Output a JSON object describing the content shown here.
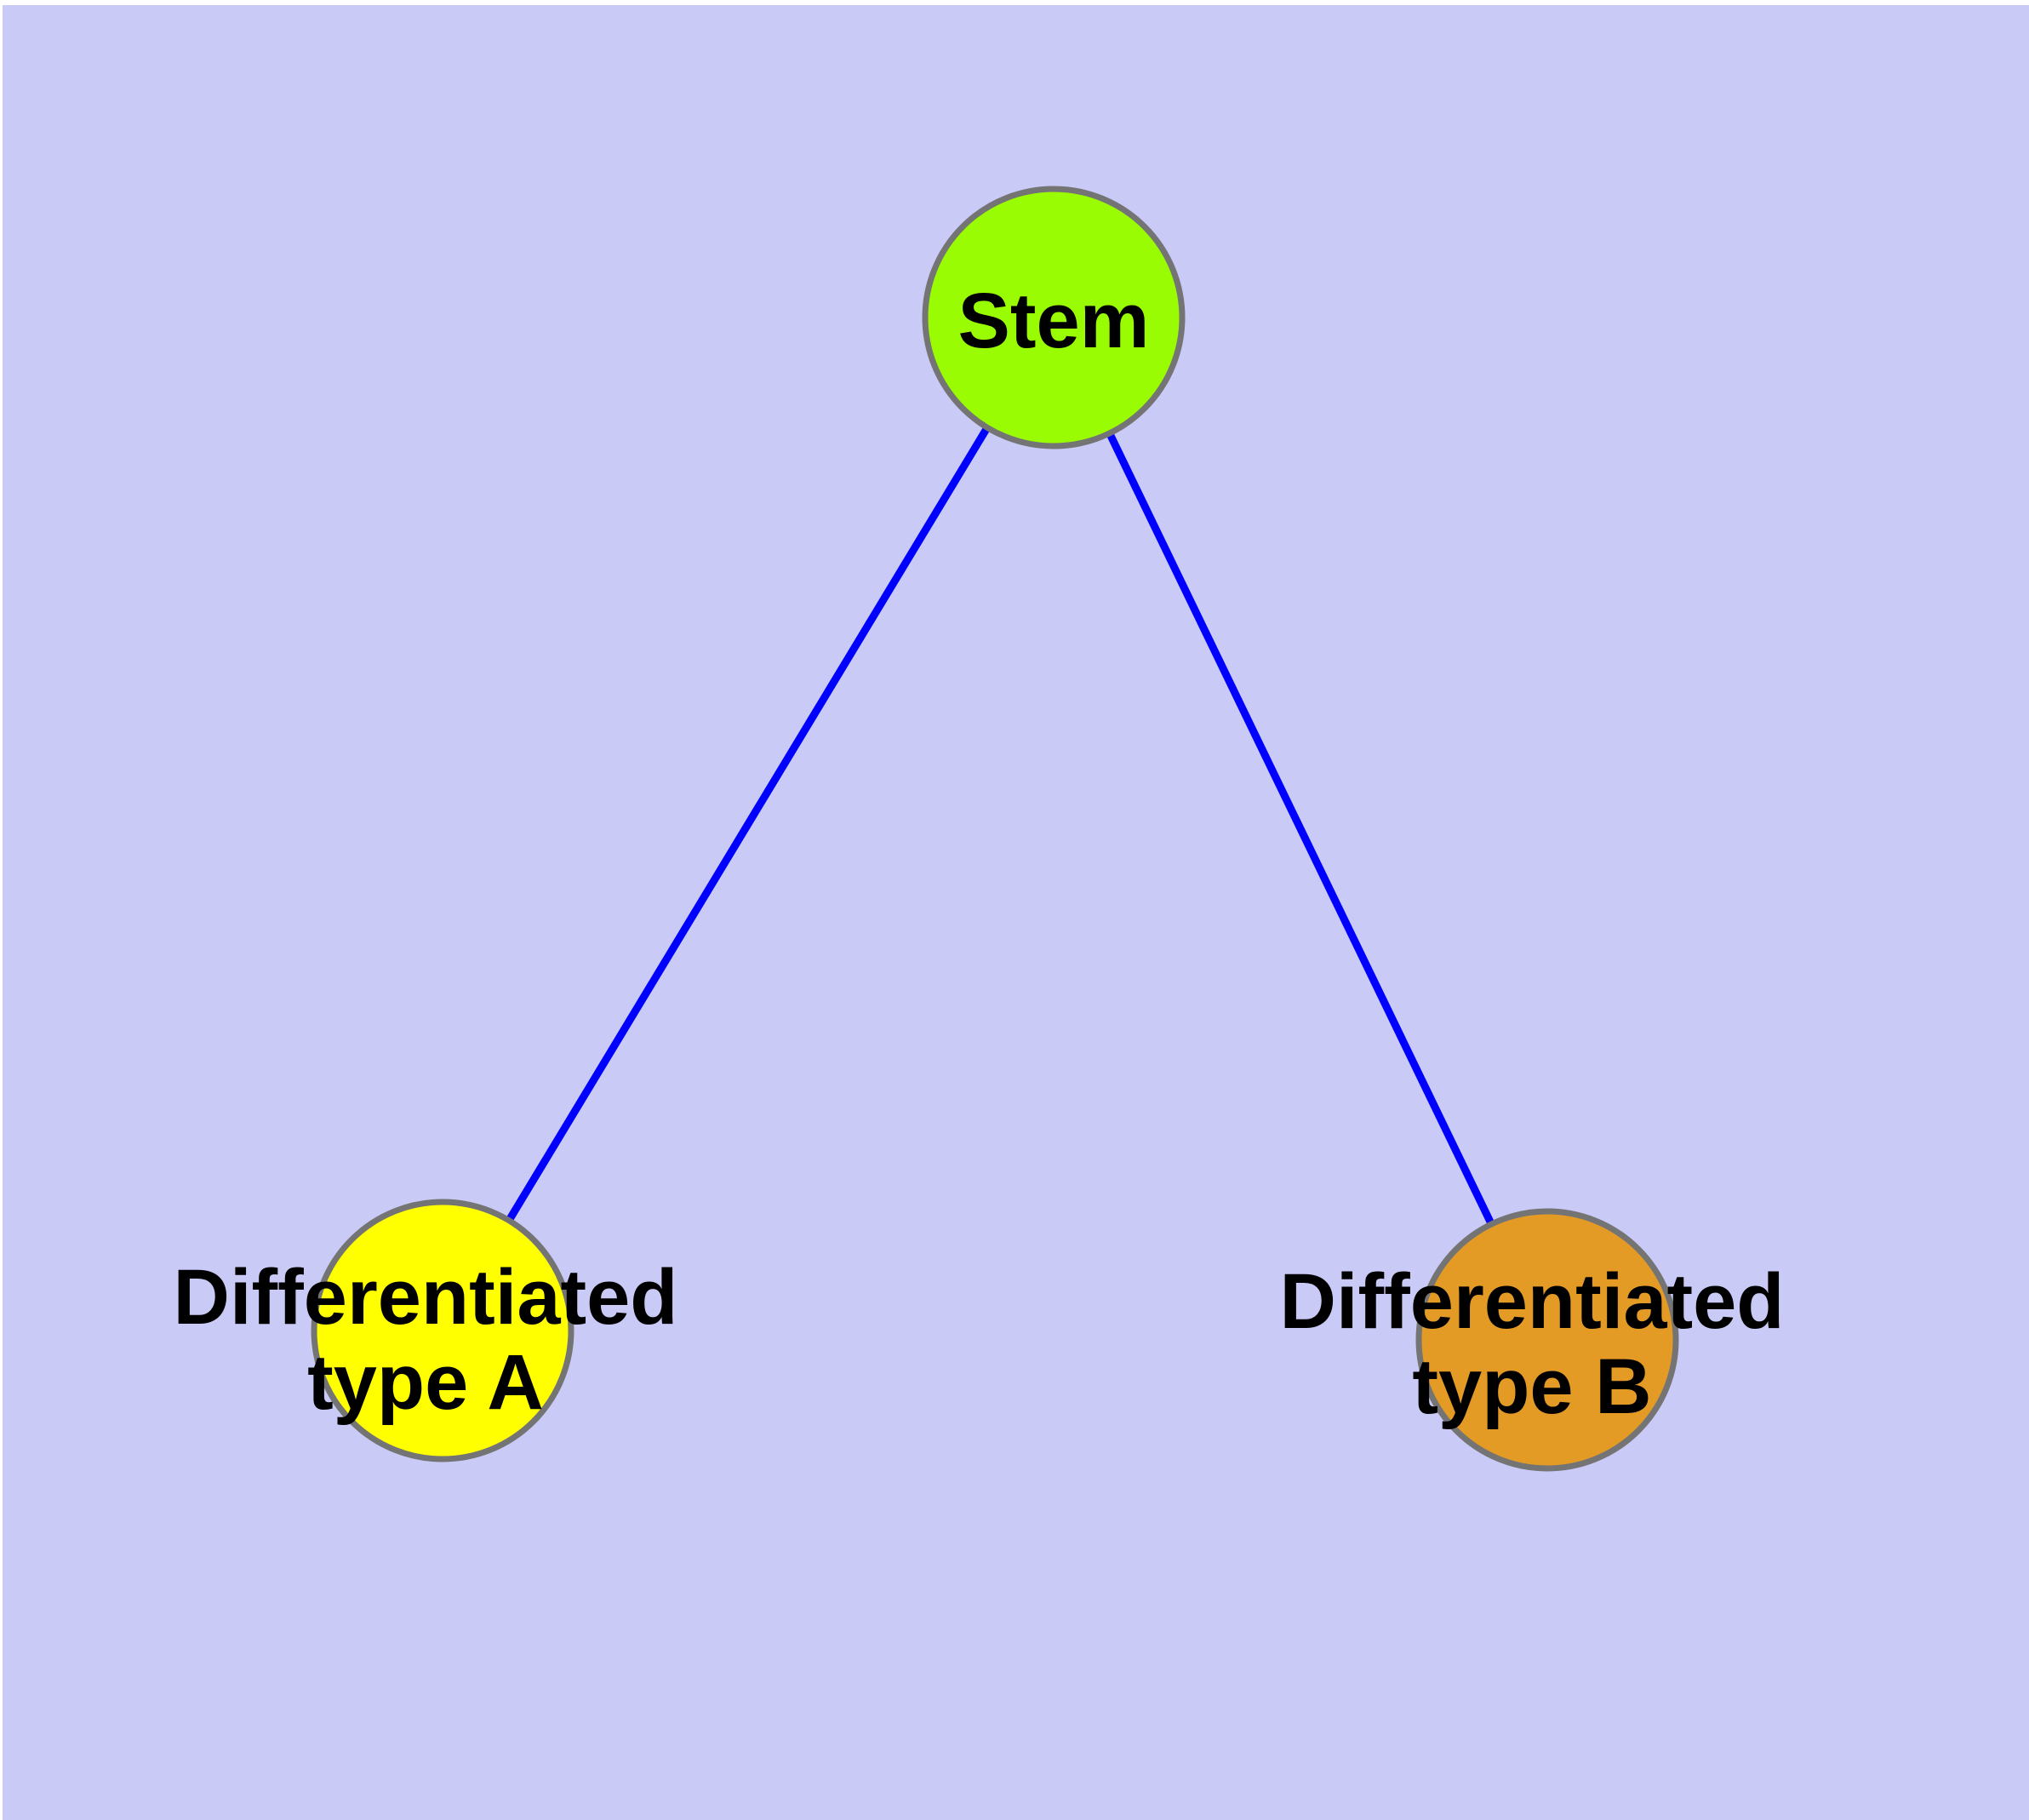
{
  "diagram": {
    "background_color": "#CACAF7",
    "edge_color": "#0000FF",
    "node_border_color": "#747474",
    "text_color": "#000000",
    "nodes": [
      {
        "id": "stem",
        "label": "Stem",
        "fill": "#9AFC03"
      },
      {
        "id": "differentiated-type-a",
        "label_line1": "Differentiated",
        "label_line2": "type A",
        "fill": "#FFFF00"
      },
      {
        "id": "differentiated-type-b",
        "label_line1": "Differentiated",
        "label_line2": "type B",
        "fill": "#E49B26"
      }
    ],
    "edges": [
      {
        "from": "Stem",
        "to": "Differentiated type A"
      },
      {
        "from": "Stem",
        "to": "Differentiated type B"
      }
    ]
  }
}
